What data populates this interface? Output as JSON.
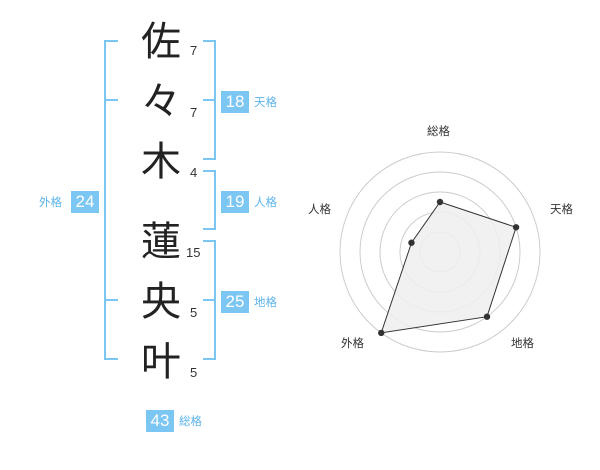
{
  "name": {
    "characters": [
      {
        "char": "佐",
        "strokes": "7"
      },
      {
        "char": "々",
        "strokes": "7"
      },
      {
        "char": "木",
        "strokes": "4"
      },
      {
        "char": "蓮",
        "strokes": "15"
      },
      {
        "char": "央",
        "strokes": "5"
      },
      {
        "char": "叶",
        "strokes": "5"
      }
    ]
  },
  "fortunes": {
    "tenkaku": {
      "value": "18",
      "label": "天格"
    },
    "jinkaku": {
      "value": "19",
      "label": "人格"
    },
    "chikaku": {
      "value": "25",
      "label": "地格"
    },
    "gaikaku": {
      "value": "24",
      "label": "外格"
    },
    "soukaku": {
      "value": "43",
      "label": "総格"
    }
  },
  "colors": {
    "accent": "#7cc6f3",
    "accent_text": "#5bb4ea",
    "radar_fill": "#eeeeee",
    "radar_stroke": "#333333"
  },
  "chart_data": {
    "type": "radar",
    "axes": [
      "総格",
      "天格",
      "地格",
      "外格",
      "人格"
    ],
    "rmax": 5,
    "rings": 5,
    "values": [
      2.5,
      4.0,
      4.0,
      5.0,
      1.5
    ]
  }
}
